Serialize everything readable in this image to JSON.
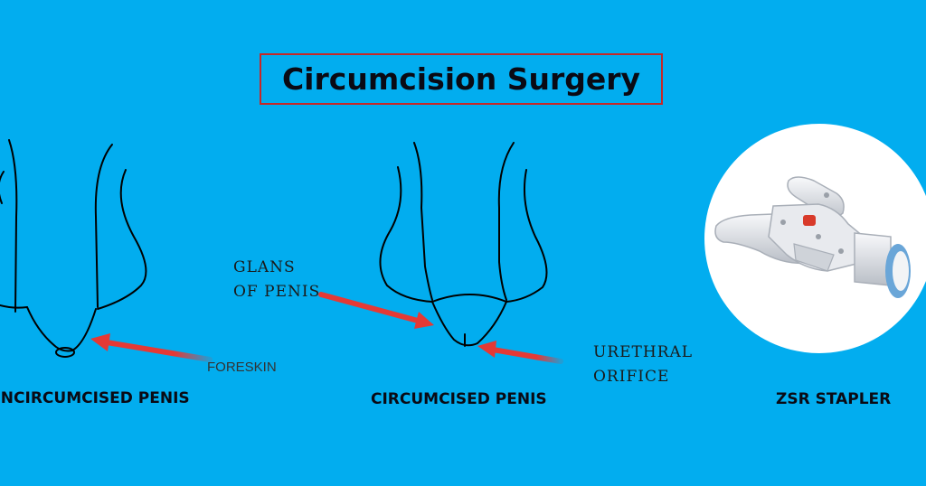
{
  "colors": {
    "background": "#02adef",
    "title_border": "#c62828",
    "arrow": "#e53935",
    "stroke": "#000000",
    "stapler_circle": "#ffffff",
    "stapler_body": "#e4e6ea",
    "stapler_button": "#d83a2a",
    "stapler_ring": "#6aa6d8"
  },
  "title": "Circumcision Surgery",
  "captions": {
    "uncircumcised": "UNCIRCUMCISED PENIS",
    "circumcised": "CIRCUMCISED PENIS",
    "stapler": "ZSR STAPLER"
  },
  "labels": {
    "foreskin": "FORESKIN",
    "glans_line1": "GLANS",
    "glans_line2": "OF PENIS",
    "urethral_line1": "URETHRAL",
    "urethral_line2": "ORIFICE"
  },
  "icons": [
    "arrow-icon",
    "stapler-device-icon"
  ]
}
